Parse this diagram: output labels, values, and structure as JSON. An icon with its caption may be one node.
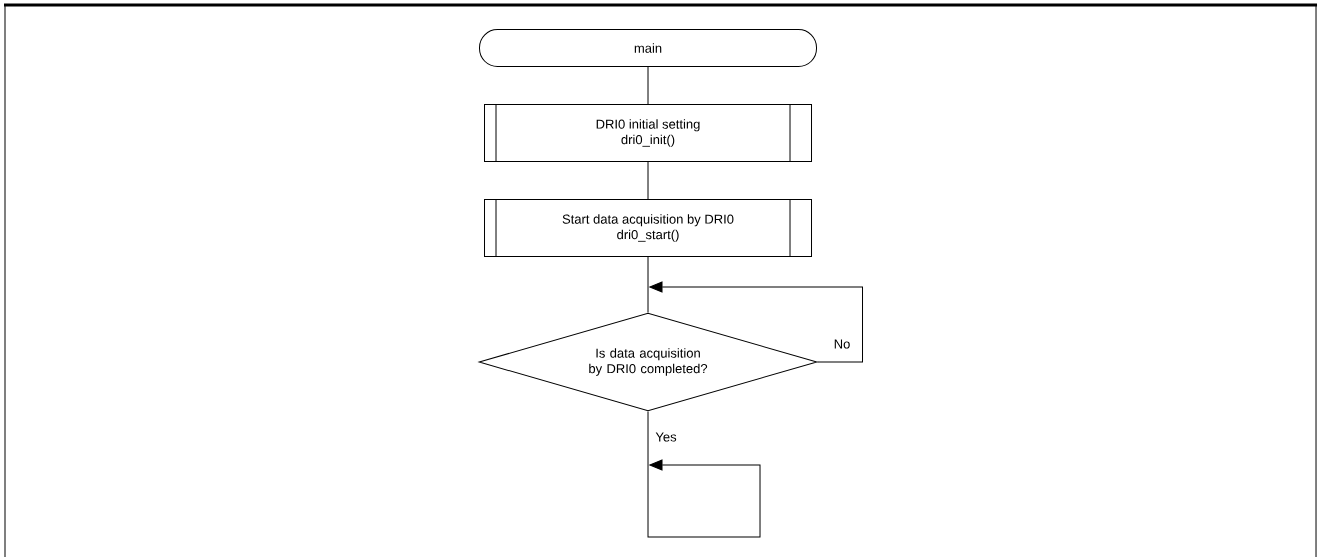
{
  "diagram": {
    "nodes": [
      {
        "text": [
          "main"
        ]
      },
      {
        "text": [
          "DRI0 initial setting",
          "dri0_init()"
        ]
      },
      {
        "text": [
          "Start data acquisition by DRI0",
          "dri0_start()"
        ]
      },
      {
        "text": [
          "Is data acquisition by DRI0 completed?"
        ]
      }
    ],
    "edges": [
      {
        "from": 0,
        "to": 1,
        "arrow": "none"
      },
      {
        "from": 1,
        "to": 2,
        "arrow": "none"
      },
      {
        "from": 2,
        "to": 3,
        "arrow": "none"
      },
      {
        "from": 3,
        "to": 3,
        "arrow": "to",
        "label": "No"
      },
      {
        "from": 3,
        "to": null,
        "arrow": "to",
        "label": "Yes"
      }
    ]
  }
}
